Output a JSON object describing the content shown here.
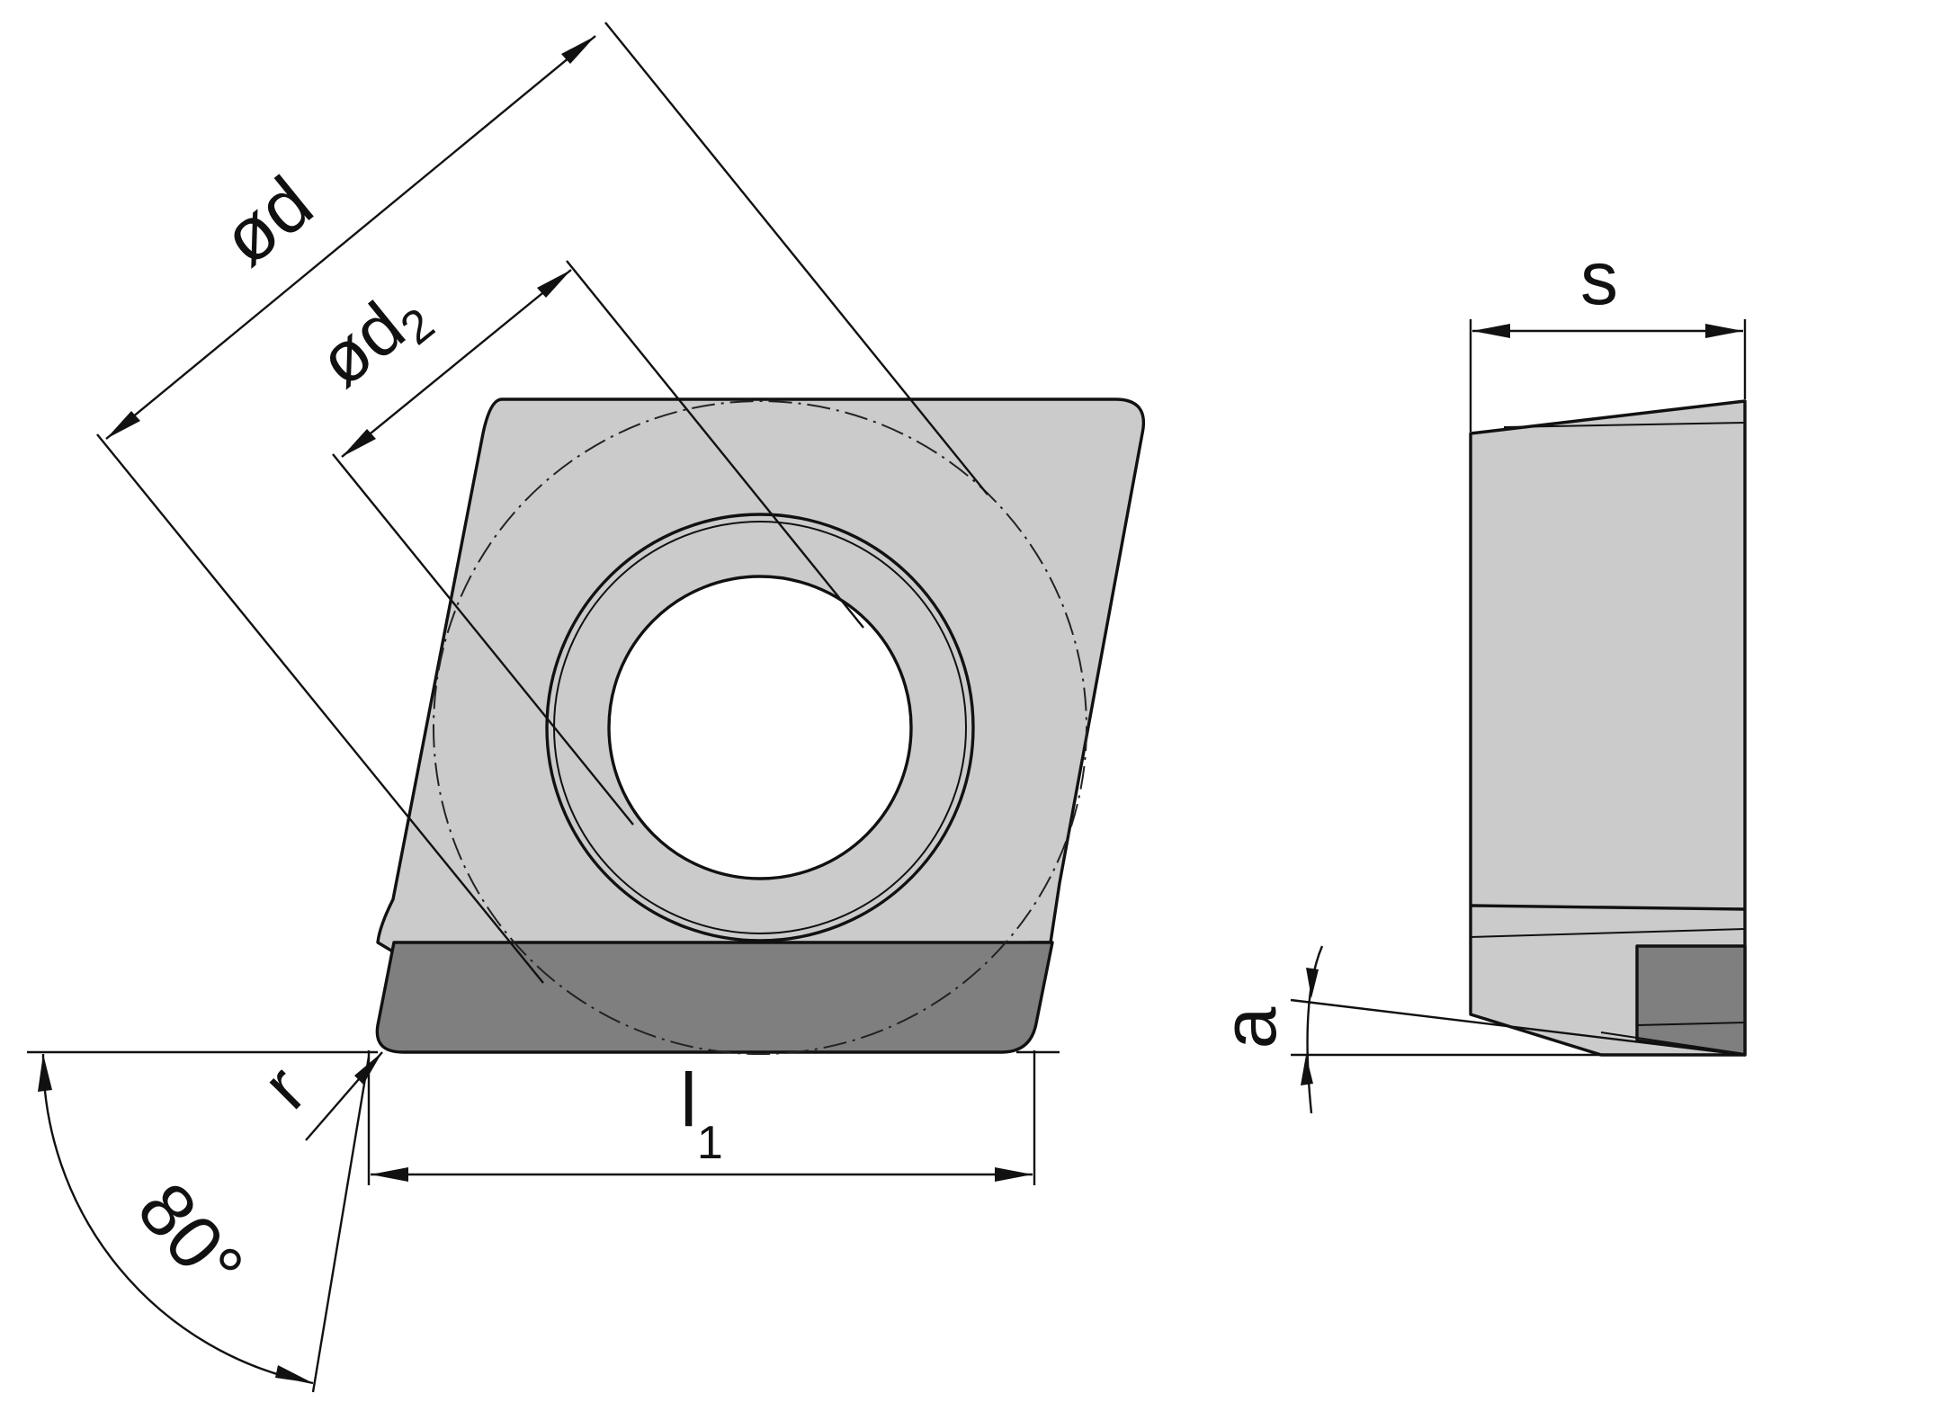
{
  "labels": {
    "diameter_d": "ød",
    "diameter_d2_main": "ød",
    "diameter_d2_sub": "2",
    "thickness": "s",
    "length_main": "l",
    "length_sub": "1",
    "corner_radius": "r",
    "corner_angle": "80°",
    "clearance_angle": "a"
  },
  "colors": {
    "insert_face": "#cbcbcb",
    "cutting_tip": "#7f7f7f",
    "line": "#111111",
    "background": "#ffffff"
  }
}
